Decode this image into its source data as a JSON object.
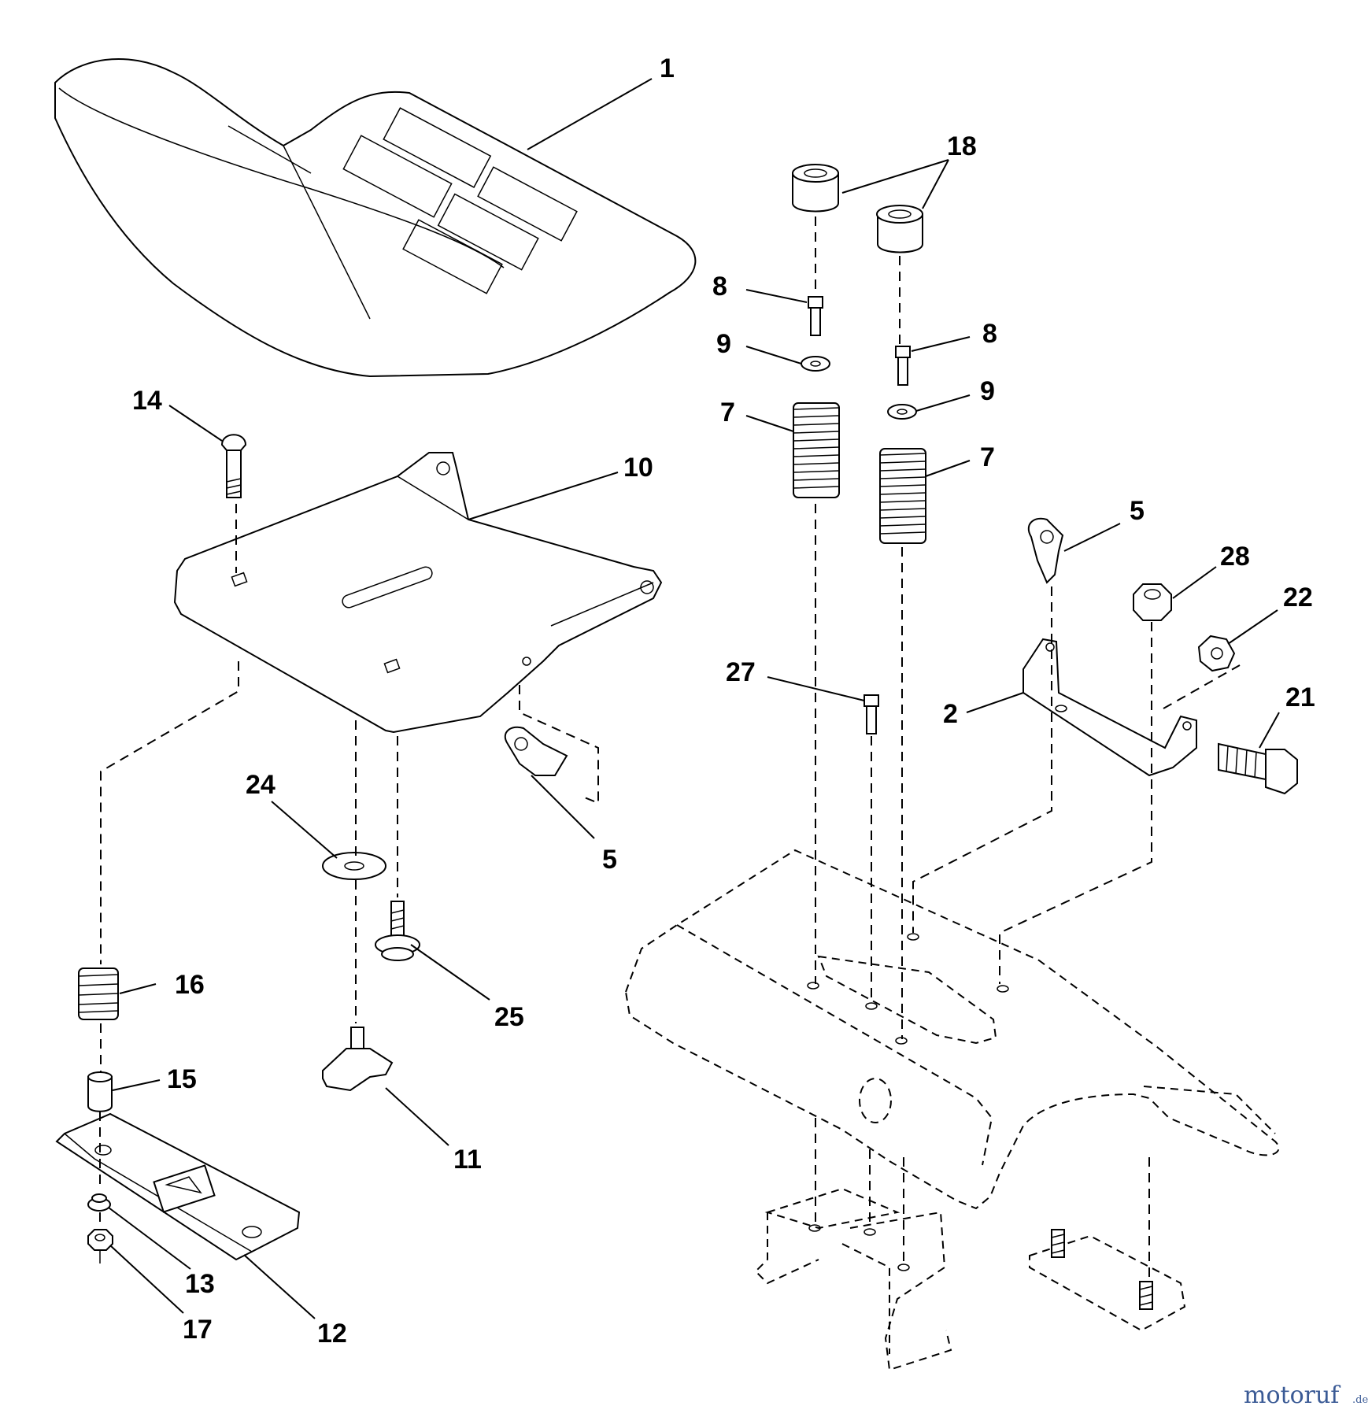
{
  "diagram": {
    "callouts": {
      "c1": "1",
      "c18": "18",
      "c8a": "8",
      "c8b": "8",
      "c9a": "9",
      "c9b": "9",
      "c7a": "7",
      "c7b": "7",
      "c14": "14",
      "c10": "10",
      "c5a": "5",
      "c5b": "5",
      "c28": "28",
      "c22": "22",
      "c27": "27",
      "c2": "2",
      "c21": "21",
      "c24": "24",
      "c25": "25",
      "c16": "16",
      "c15": "15",
      "c11": "11",
      "c13": "13",
      "c17": "17",
      "c12": "12"
    }
  },
  "watermark": {
    "text": "motoruf",
    "suffix": ".de"
  }
}
